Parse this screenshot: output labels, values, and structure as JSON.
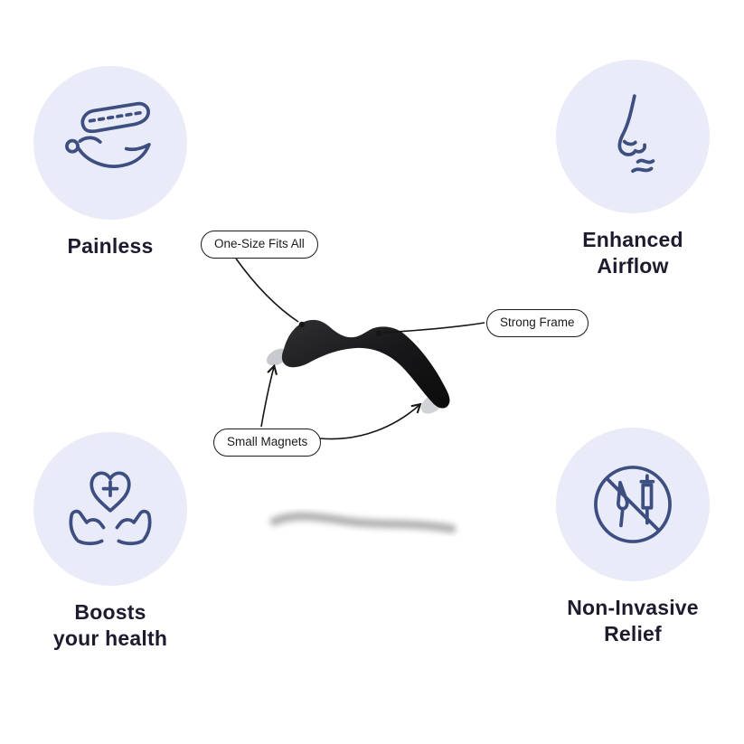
{
  "page": {
    "background": "#ffffff"
  },
  "colors": {
    "badge_bg": "#e9ebf8",
    "icon_stroke": "#3d4e80",
    "label_text": "#1c1c2e",
    "callout_border": "#1a1a1a",
    "callout_text": "#1a1a1a",
    "product_black": "#161618"
  },
  "features": [
    {
      "id": "painless",
      "icon": "hand-holding-strip-icon",
      "lines": [
        "Painless"
      ]
    },
    {
      "id": "enhanced-airflow",
      "icon": "nose-airflow-icon",
      "lines": [
        "Enhanced",
        "Airflow"
      ]
    },
    {
      "id": "boosts-your-health",
      "icon": "hands-heart-cross-icon",
      "lines": [
        "Boosts",
        "your health"
      ]
    },
    {
      "id": "non-invasive-relief",
      "icon": "no-surgery-icon",
      "lines": [
        "Non-Invasive",
        "Relief"
      ]
    }
  ],
  "callouts": [
    {
      "id": "one-size-fits-all",
      "label": "One-Size Fits All"
    },
    {
      "id": "strong-frame",
      "label": "Strong Frame"
    },
    {
      "id": "small-magnets",
      "label": "Small Magnets"
    }
  ]
}
